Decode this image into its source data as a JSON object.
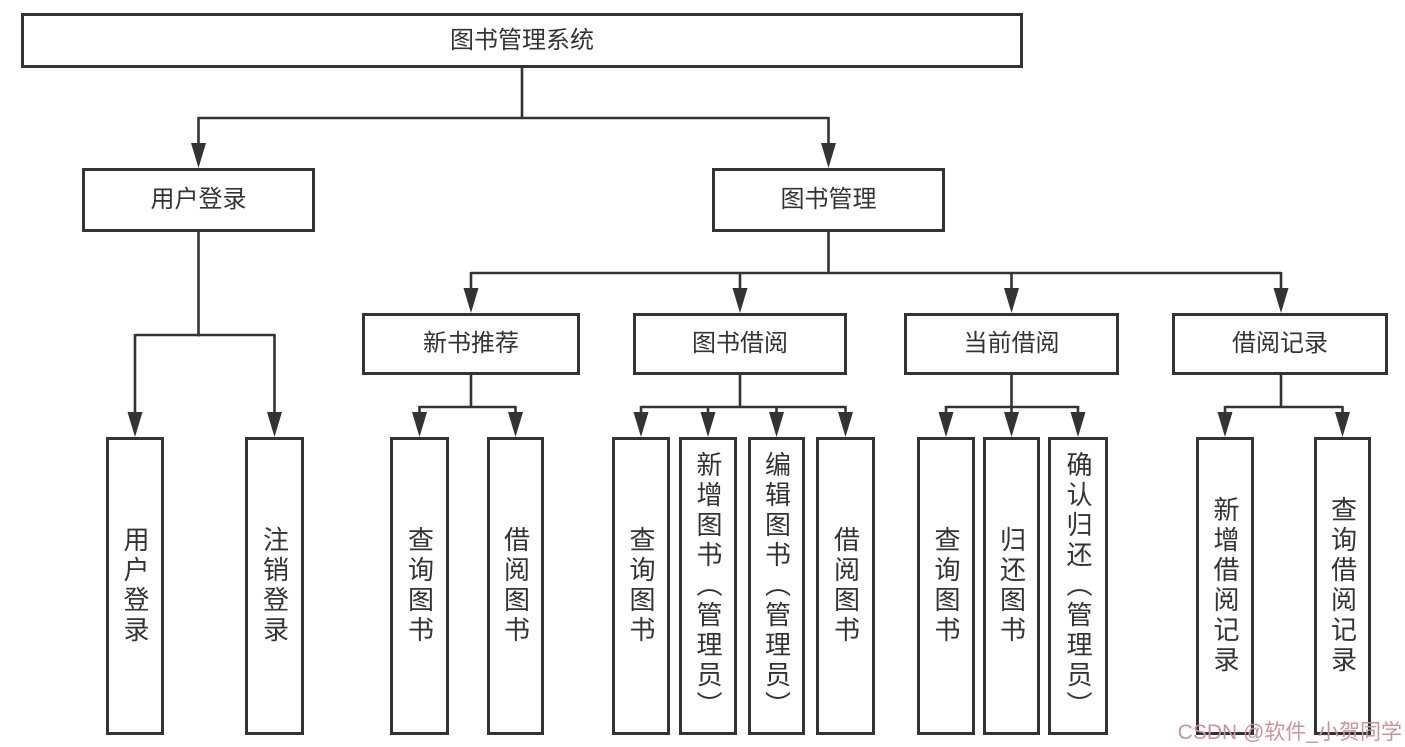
{
  "diagram": {
    "root": "图书管理系统",
    "branches": [
      {
        "label": "用户登录",
        "children": [
          "用户登录",
          "注销登录"
        ]
      },
      {
        "label": "图书管理",
        "groups": [
          {
            "label": "新书推荐",
            "children": [
              "查询图书",
              "借阅图书"
            ]
          },
          {
            "label": "图书借阅",
            "children": [
              "查询图书",
              "新增图书（管理员）",
              "编辑图书（管理员）",
              "借阅图书"
            ]
          },
          {
            "label": "当前借阅",
            "children": [
              "查询图书",
              "归还图书",
              "确认归还（管理员）"
            ]
          },
          {
            "label": "借阅记录",
            "children": [
              "新增借阅记录",
              "查询借阅记录"
            ]
          }
        ]
      }
    ]
  },
  "colors": {
    "background": "#ffffff",
    "line": "#333333",
    "box_border": "#333333",
    "text": "#333333",
    "watermark": "#c9939b"
  },
  "watermark": "CSDN @软件_小贺同学"
}
